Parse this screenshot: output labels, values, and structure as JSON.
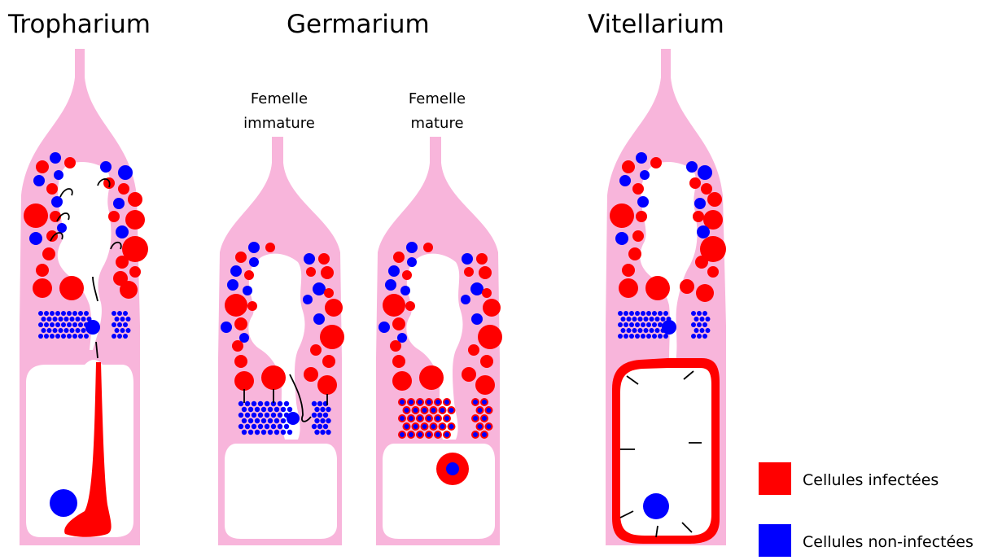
{
  "titles": {
    "tropharium": "Tropharium",
    "germarium": "Germarium",
    "vitellarium": "Vitellarium"
  },
  "germarium_labels": {
    "immature_line1": "Femelle",
    "immature_line2": "immature",
    "mature_line1": "Femelle",
    "mature_line2": "mature"
  },
  "legend": {
    "infected_label": "Cellules infectées",
    "uninfected_label": "Cellules non-infectées"
  },
  "colors": {
    "tissue": "#f8b5db",
    "infected": "#ff0000",
    "uninfected": "#0000ff",
    "lumen": "#ffffff"
  }
}
